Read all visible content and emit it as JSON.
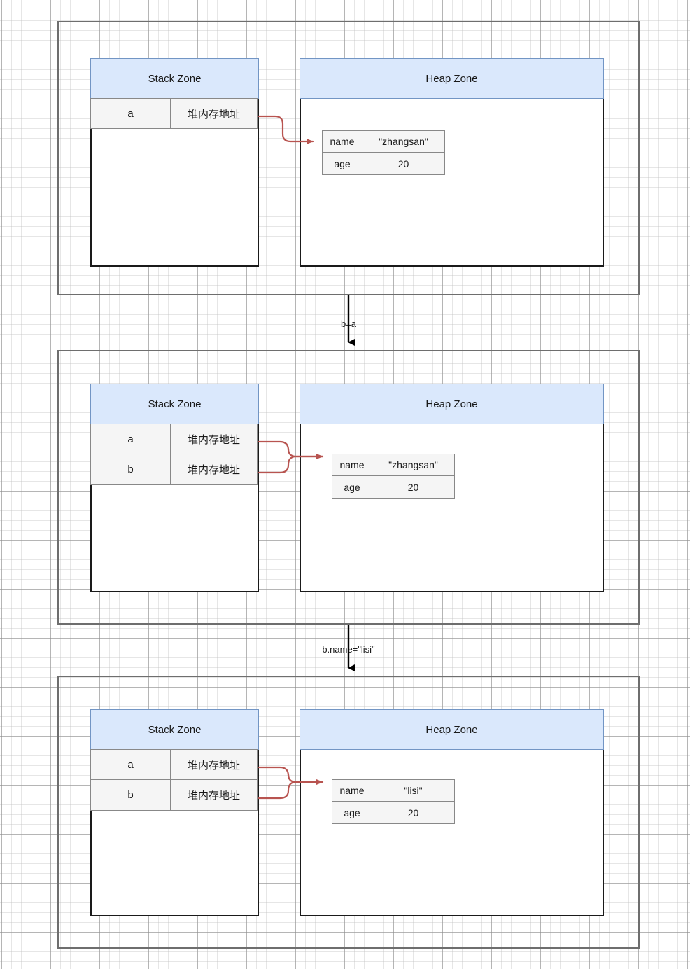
{
  "diagram": {
    "title": "Java reference assignment: stack and heap memory",
    "colors": {
      "zone_header_fill": "#dae8fc",
      "zone_header_stroke": "#7295c4",
      "zone_body_stroke": "#1a1a1a",
      "cell_fill": "#f5f5f5",
      "cell_stroke": "#888888",
      "panel_stroke": "#6e6e6e",
      "pointer_arrow": "#b85450",
      "flow_arrow": "#000000",
      "grid_minor": "#bebebe",
      "grid_major": "#8c8c8c"
    },
    "labels": {
      "stack_zone": "Stack Zone",
      "heap_zone": "Heap Zone",
      "heap_address": "堆内存地址"
    },
    "steps": [
      {
        "id": "step-1",
        "stack": {
          "title": "Stack Zone",
          "rows": [
            {
              "name": "a",
              "value": "堆内存地址"
            }
          ]
        },
        "heap": {
          "title": "Heap Zone",
          "objects": [
            {
              "fields": [
                {
                  "key": "name",
                  "value": "\"zhangsan\""
                },
                {
                  "key": "age",
                  "value": "20"
                }
              ]
            }
          ]
        }
      },
      {
        "id": "step-2",
        "stack": {
          "title": "Stack Zone",
          "rows": [
            {
              "name": "a",
              "value": "堆内存地址"
            },
            {
              "name": "b",
              "value": "堆内存地址"
            }
          ]
        },
        "heap": {
          "title": "Heap Zone",
          "objects": [
            {
              "fields": [
                {
                  "key": "name",
                  "value": "\"zhangsan\""
                },
                {
                  "key": "age",
                  "value": "20"
                }
              ]
            }
          ]
        }
      },
      {
        "id": "step-3",
        "stack": {
          "title": "Stack Zone",
          "rows": [
            {
              "name": "a",
              "value": "堆内存地址"
            },
            {
              "name": "b",
              "value": "堆内存地址"
            }
          ]
        },
        "heap": {
          "title": "Heap Zone",
          "objects": [
            {
              "fields": [
                {
                  "key": "name",
                  "value": "\"lisi\""
                },
                {
                  "key": "age",
                  "value": "20"
                }
              ]
            }
          ]
        }
      }
    ],
    "transitions": [
      {
        "id": "transition-1",
        "label": "b=a",
        "from": "step-1",
        "to": "step-2"
      },
      {
        "id": "transition-2",
        "label": "b.name=\"lisi\"",
        "from": "step-2",
        "to": "step-3"
      }
    ]
  }
}
